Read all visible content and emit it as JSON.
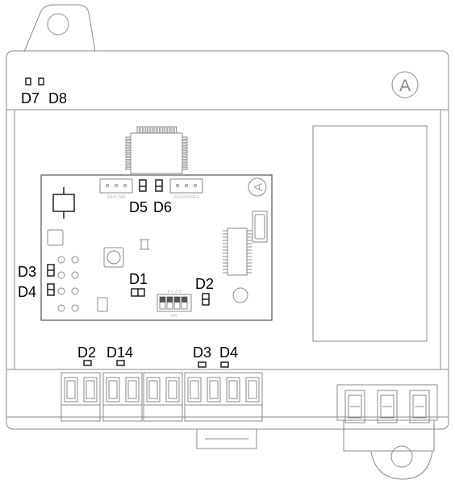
{
  "diagram": {
    "brand_mark": "A",
    "led_labels": {
      "d7": "D7",
      "d8": "D8",
      "d5": "D5",
      "d6": "D6",
      "d3_board": "D3",
      "d4_board": "D4",
      "d1": "D1",
      "d2_board": "D2",
      "d2_bottom": "D2",
      "d14": "D14",
      "d3_bottom": "D3",
      "d4_bottom": "D4"
    },
    "silkscreen": {
      "machine": "MACHINE",
      "thermostat": "THERMOSTAT",
      "dip_on": "ON",
      "dip_numbers": "1 2 3 4"
    }
  }
}
